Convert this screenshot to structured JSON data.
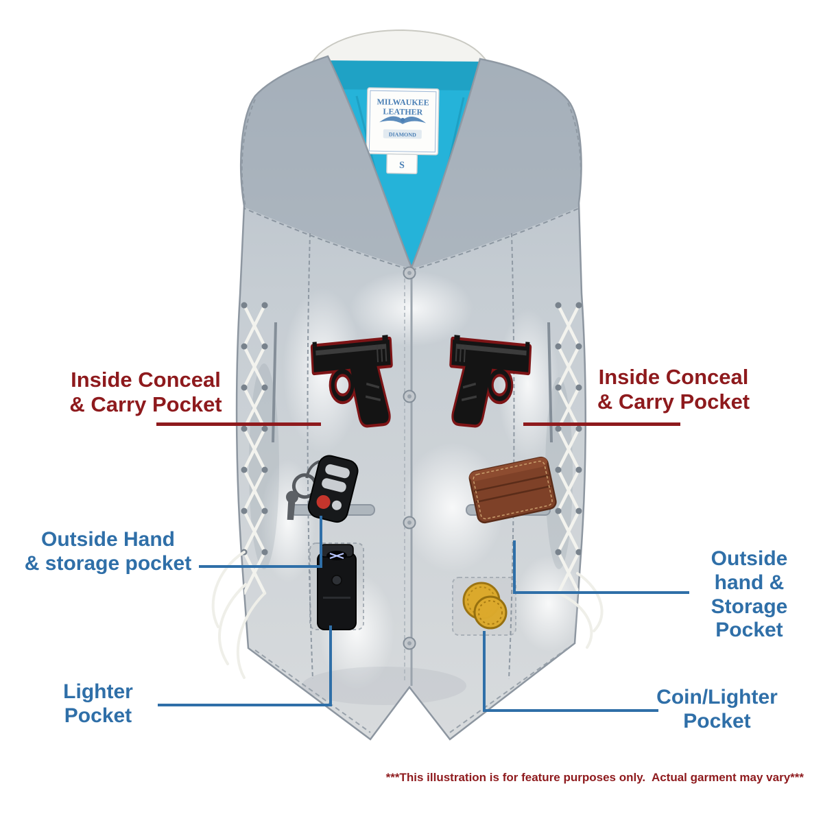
{
  "page": {
    "footer_note": "***This illustration is for feature purposes only.  Actual garment may vary***"
  },
  "colors": {
    "callout_red": "#8e1a1d",
    "callout_blue": "#2f6fa8",
    "gun_outline": "#7d1416",
    "lining_teal": "#25b3d9",
    "wallet_brown": "#7e4128",
    "coin_gold": "#dba92c"
  },
  "callouts": {
    "inside_left": {
      "line1": "Inside Conceal",
      "line2": "& Carry Pocket"
    },
    "inside_right": {
      "line1": "Inside Conceal",
      "line2": "& Carry Pocket"
    },
    "outside_left": {
      "line1": "Outside Hand",
      "line2": "& storage pocket"
    },
    "outside_right": {
      "line1": "Outside",
      "line2": "hand &",
      "line3": "Storage",
      "line4": "Pocket"
    },
    "lighter": {
      "line1": "Lighter",
      "line2": "Pocket"
    },
    "coin": {
      "line1": "Coin/Lighter",
      "line2": "Pocket"
    }
  },
  "tag": {
    "brand_line1": "MILWAUKEE",
    "brand_line2": "LEATHER",
    "banner": "DIAMOND",
    "size": "S"
  }
}
